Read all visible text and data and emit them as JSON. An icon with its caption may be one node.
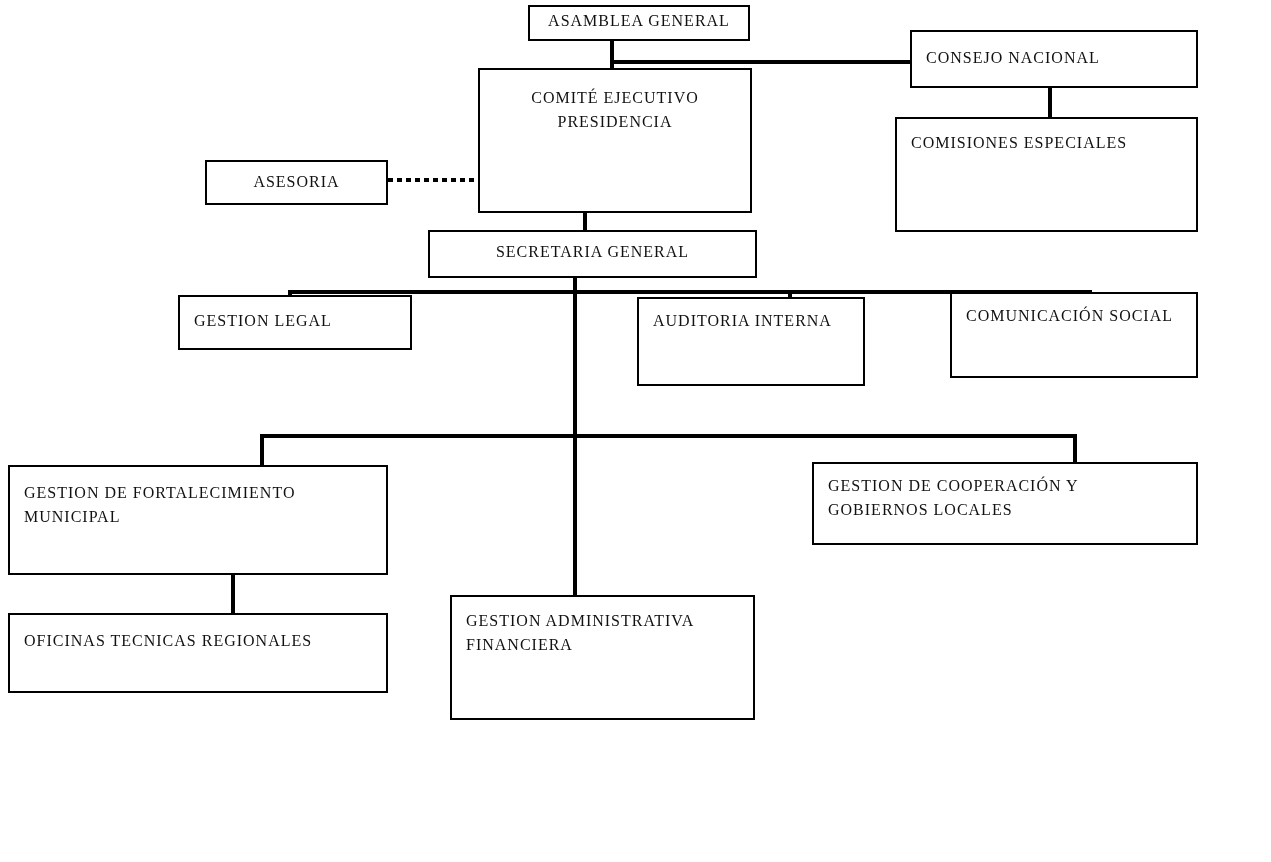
{
  "diagram": {
    "nodes": [
      {
        "text": [
          "ASAMBLEA GENERAL"
        ]
      },
      {
        "text": [
          "CONSEJO NACIONAL"
        ]
      },
      {
        "text": [
          "COMITÉ EJECUTIVO PRESIDENCIA"
        ]
      },
      {
        "text": [
          "ASESORIA"
        ]
      },
      {
        "text": [
          "COMISIONES ESPECIALES"
        ]
      },
      {
        "text": [
          "SECRETARIA GENERAL"
        ]
      },
      {
        "text": [
          "GESTION LEGAL"
        ]
      },
      {
        "text": [
          "AUDITORIA INTERNA"
        ]
      },
      {
        "text": [
          "COMUNICACIÓN SOCIAL"
        ]
      },
      {
        "text": [
          "GESTION DE FORTALECIMIENTO MUNICIPAL"
        ]
      },
      {
        "text": [
          "GESTION DE COOPERACIÓN Y GOBIERNOS LOCALES"
        ]
      },
      {
        "text": [
          "OFICINAS TECNICAS REGIONALES"
        ]
      },
      {
        "text": [
          "GESTION ADMINISTRATIVA FINANCIERA"
        ]
      }
    ],
    "edges": [
      {
        "from": 0,
        "to": 2,
        "arrow": "none"
      },
      {
        "from": 1,
        "to": 0,
        "arrow": "none"
      },
      {
        "from": 1,
        "to": 4,
        "arrow": "none"
      },
      {
        "from": 3,
        "to": 2,
        "arrow": "none",
        "style": "dashed"
      },
      {
        "from": 2,
        "to": 5,
        "arrow": "none"
      },
      {
        "from": 5,
        "to": 6,
        "arrow": "none"
      },
      {
        "from": 5,
        "to": 7,
        "arrow": "none"
      },
      {
        "from": 5,
        "to": 8,
        "arrow": "none"
      },
      {
        "from": 5,
        "to": 9,
        "arrow": "none"
      },
      {
        "from": 5,
        "to": 10,
        "arrow": "none"
      },
      {
        "from": 5,
        "to": 12,
        "arrow": "none"
      },
      {
        "from": 9,
        "to": 11,
        "arrow": "none"
      }
    ]
  }
}
